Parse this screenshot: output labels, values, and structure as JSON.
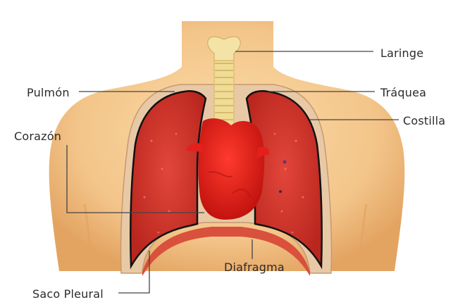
{
  "labels": {
    "laringe": "Laringe",
    "pulmon": "Pulmón",
    "traquea": "Tráquea",
    "costilla": "Costilla",
    "corazon": "Corazón",
    "diafragma": "Diafragma",
    "saco_pleural": "Saco Pleural"
  },
  "colors": {
    "skin": "#f6cc92",
    "skin_shadow": "#e8a865",
    "lung": "#d8342a",
    "lung_dark": "#a51e18",
    "heart": "#e3201c",
    "trachea": "#f1df9a",
    "pleura_outline": "#111111",
    "rib_band": "#e6c7a4",
    "diaphragm": "#d84a36"
  }
}
